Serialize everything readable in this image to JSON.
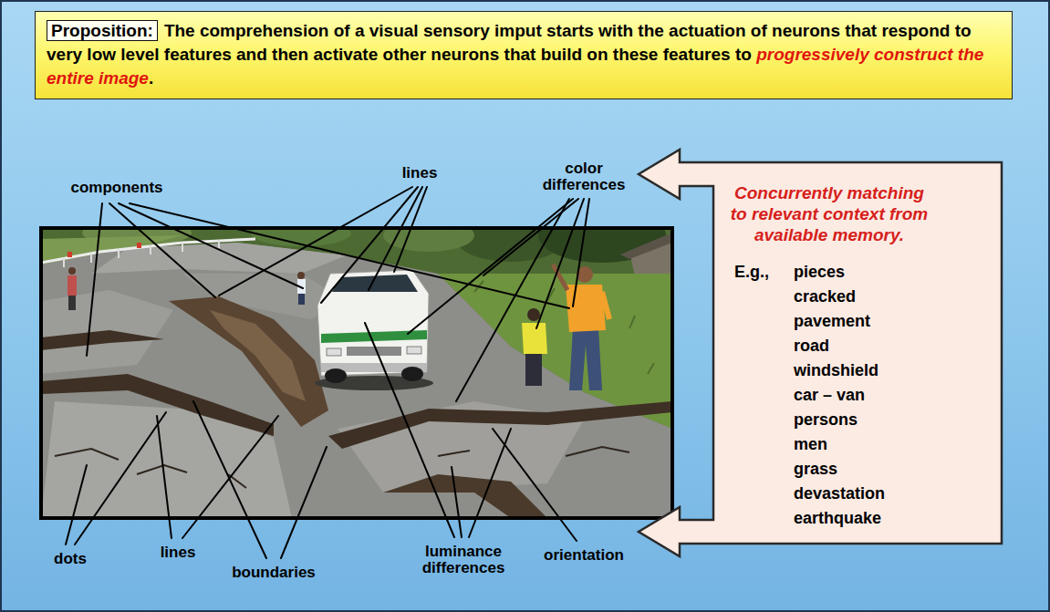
{
  "diagram": {
    "nodes": [
      {
        "text": [
          "The comprehension of a visual sensory imput starts with the actuation of neurons that respond to very low level features and then activate other neurons that build on these features to",
          "progressively construct the entire image",
          "."
        ]
      },
      {
        "text": [
          "Proposition:"
        ],
        "in": 0
      },
      {
        "text": [
          "Concurrently matching to relevant context from available memory.",
          "E.g.,",
          "pieces",
          "cracked",
          "pavement",
          "road",
          "windshield",
          "car – van",
          "persons",
          "men",
          "grass",
          "devastation",
          "earthquake"
        ]
      }
    ],
    "labels": [
      "components",
      "lines",
      "color differences",
      "dots",
      "lines",
      "boundaries",
      "luminance differences",
      "orientation"
    ]
  }
}
